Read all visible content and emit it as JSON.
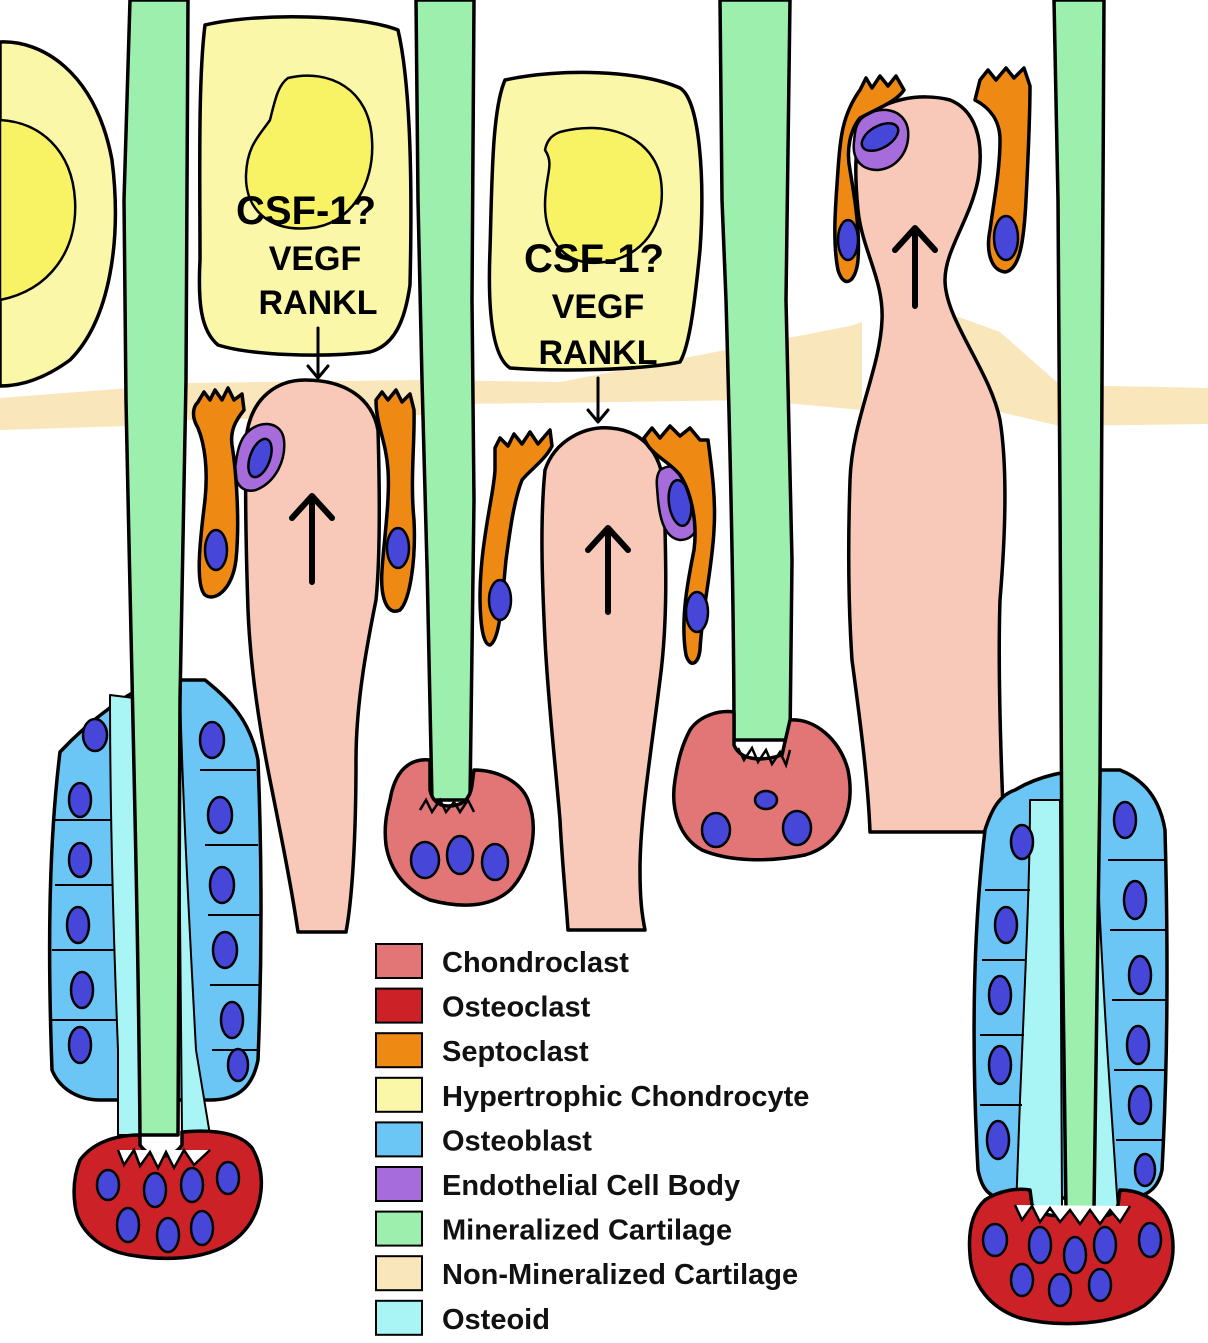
{
  "colors": {
    "chondroclast": "#e27676",
    "osteoclast": "#cc2227",
    "septoclast": "#ee8a14",
    "hypertrophic_chondrocyte": "#fbf7a8",
    "chondrocyte_nucleus": "#f8f265",
    "osteoblast": "#6cc6f5",
    "endothelial": "#a66cdc",
    "mineralized_cartilage": "#9cefac",
    "non_mineralized_cartilage": "#f9e6bb",
    "osteoid": "#a9f5f5",
    "vessel_lumen": "#f8c9b9",
    "nucleus": "#4646d8"
  },
  "signals": [
    {
      "line1": "CSF-1?",
      "line2": "VEGF",
      "line3": "RANKL"
    },
    {
      "line1": "CSF-1?",
      "line2": "VEGF",
      "line3": "RANKL"
    }
  ],
  "legend": [
    {
      "label": "Chondroclast",
      "color": "#e27676"
    },
    {
      "label": "Osteoclast",
      "color": "#cc2227"
    },
    {
      "label": "Septoclast",
      "color": "#ee8a14"
    },
    {
      "label": "Hypertrophic Chondrocyte",
      "color": "#fbf7a8"
    },
    {
      "label": "Osteoblast",
      "color": "#6cc6f5"
    },
    {
      "label": "Endothelial Cell Body",
      "color": "#a66cdc"
    },
    {
      "label": "Mineralized Cartilage",
      "color": "#9cefac"
    },
    {
      "label": "Non-Mineralized Cartilage",
      "color": "#f9e6bb"
    },
    {
      "label": "Osteoid",
      "color": "#a9f5f5"
    }
  ]
}
